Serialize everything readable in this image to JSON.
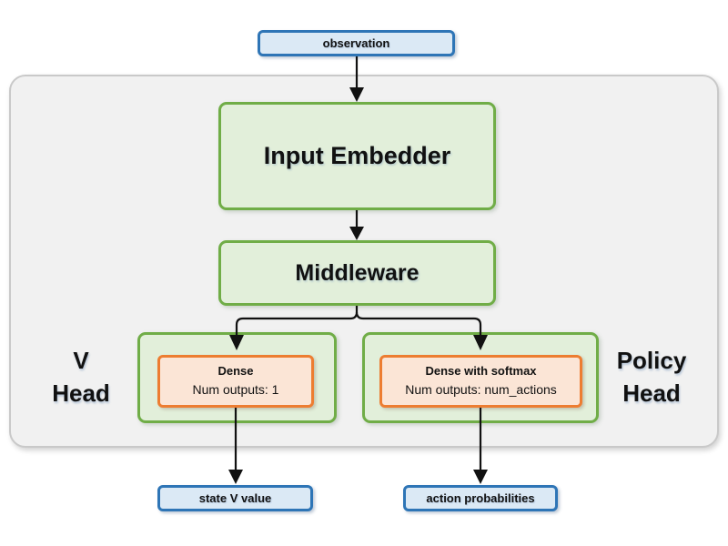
{
  "diagram": {
    "observation": {
      "label": "observation"
    },
    "input_embedder": {
      "label": "Input Embedder"
    },
    "middleware": {
      "label": "Middleware"
    },
    "v_head": {
      "label_line1": "V",
      "label_line2": "Head",
      "dense": {
        "title": "Dense",
        "subtitle": "Num outputs: 1"
      }
    },
    "policy_head": {
      "label_line1": "Policy",
      "label_line2": "Head",
      "dense": {
        "title": "Dense with softmax",
        "subtitle": "Num outputs: num_actions"
      }
    },
    "outputs": {
      "state_v_value": "state V value",
      "action_probabilities": "action probabilities"
    }
  },
  "colors": {
    "blue_border": "#2e75b6",
    "blue_fill": "#dbe9f5",
    "green_border": "#70ad47",
    "green_fill": "#e2efda",
    "orange_border": "#ed7d31",
    "orange_fill": "#fbe5d6",
    "container_fill": "#f1f1f1",
    "container_border": "#c9c9c9",
    "arrow_color": "#111111",
    "text_color": "#111111"
  }
}
